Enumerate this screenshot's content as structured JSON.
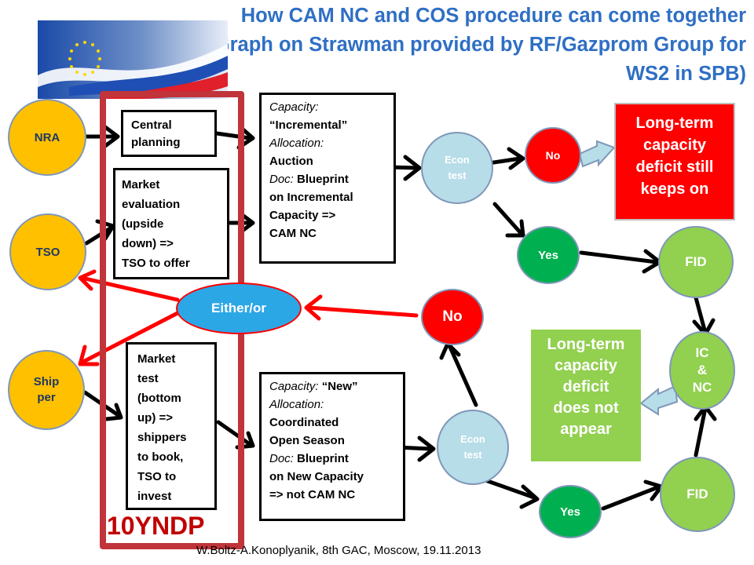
{
  "title": "How CAM NC and COS procedure can come together (Graph on Strawman provided by RF/Gazprom Group for WS2 in SPB)",
  "nodes": {
    "nra": "NRA",
    "tso": "TSO",
    "shipper_line1": "Ship",
    "shipper_line2": "per",
    "econ_test_top_line1": "Econ",
    "econ_test_top_line2": "test",
    "econ_test_bottom_line1": "Econ",
    "econ_test_bottom_line2": "test",
    "no_top": "No",
    "no_bottom": "No",
    "yes_top": "Yes",
    "yes_bottom": "Yes",
    "fid_top": "FID",
    "fid_bottom": "FID",
    "ic_nc_line1": "IC",
    "ic_nc_line2": "&",
    "ic_nc_line3": "NC",
    "either_or": "Either/or"
  },
  "boxes": {
    "central_planning": [
      "Central",
      "planning"
    ],
    "market_evaluation": [
      "Market",
      "evaluation",
      "(upside",
      "down) =>",
      "TSO to offer"
    ],
    "market_test": [
      "Market",
      "test",
      "(bottom",
      "up) =>",
      "shippers",
      "to book,",
      "TSO to",
      "invest"
    ],
    "incremental": {
      "capacity_label": "Capacity:",
      "capacity_value": "“Incremental”",
      "allocation_label": "Allocation:",
      "allocation_value": "Auction",
      "doc_label": "Doc:",
      "doc_value_1": "Blueprint",
      "doc_value_2": "on Incremental",
      "doc_value_3": "Capacity =>",
      "doc_value_4": "CAM NC"
    },
    "new_capacity": {
      "capacity_label": "Capacity:",
      "capacity_value": "“New”",
      "allocation_label": "Allocation:",
      "allocation_value_1": "Coordinated",
      "allocation_value_2": "Open Season",
      "doc_label": "Doc:",
      "doc_value_1": "Blueprint",
      "doc_value_2": "on New Capacity",
      "doc_value_3": "=> not CAM NC"
    }
  },
  "callouts": {
    "deficit_keeps_on": [
      "Long-term",
      "capacity",
      "deficit still",
      "keeps on"
    ],
    "deficit_not_appear": [
      "Long-term",
      "capacity",
      "deficit",
      "does not",
      "appear"
    ]
  },
  "yndp_label": "10YNDP",
  "footer": "W.Boltz-A.Konoplyanik, 8th GAC, Moscow, 19.11.2013",
  "colors": {
    "title": "#2f6fc4",
    "orange_node": "#ffc000",
    "teal_node": "#b7dde8",
    "red": "#ff0000",
    "green_dark": "#00b050",
    "green_light": "#92d050",
    "yndp_frame": "#c0343a",
    "either_or": "#2ca7e6"
  }
}
